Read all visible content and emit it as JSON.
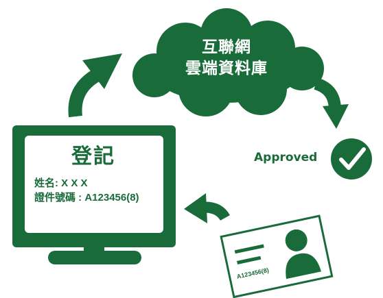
{
  "cloud": {
    "line1": "互聯網",
    "line2": "雲端資料庫"
  },
  "monitor": {
    "title": "登記",
    "name_label": "姓名: X X X",
    "id_label": "證件號碼 : A123456(8)"
  },
  "status": {
    "approved_label": "Approved"
  },
  "id_card": {
    "number": "A123456(8)"
  },
  "colors": {
    "primary_green": "#1a6b3a",
    "background": "#ffffff"
  },
  "icons": [
    "cloud-icon",
    "monitor-icon",
    "check-circle-icon",
    "id-card-icon",
    "curved-arrow-icon"
  ]
}
